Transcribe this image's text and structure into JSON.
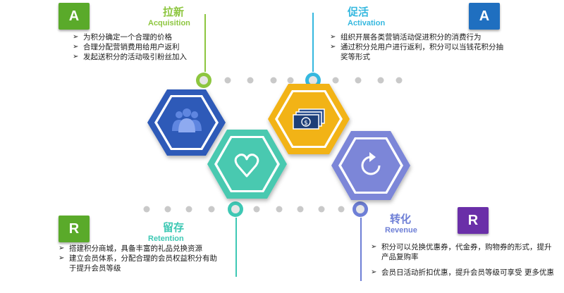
{
  "colors": {
    "acquisition": "#8dc63f",
    "activation": "#35b8df",
    "retention": "#3ec8b4",
    "revenue": "#6e7fd6",
    "badge_green": "#5aaa2a",
    "badge_blue": "#1f6fc0",
    "badge_purple": "#6a2fa8",
    "hex_blue": "#2f5ab8",
    "hex_teal": "#48c9b0",
    "hex_yellow": "#f2b316",
    "hex_periwinkle": "#7b86d8"
  },
  "icons": {
    "hex_blue": "users-icon",
    "hex_teal": "heart-icon",
    "hex_yellow": "money-icon",
    "hex_periwinkle": "refresh-icon"
  },
  "acquisition": {
    "letter": "A",
    "title_cn": "拉新",
    "title_en": "Acquisition",
    "items": [
      "为积分确定一个合理的价格",
      "合理分配营销费用给用户返利",
      "发起送积分的活动吸引粉丝加入"
    ]
  },
  "activation": {
    "letter": "A",
    "title_cn": "促活",
    "title_en": "Activation",
    "items": [
      "组织开展各类营销活动促进积分的消费行为",
      "通过积分兑用户进行返利，积分可以当钱花积分抽奖等形式"
    ]
  },
  "retention": {
    "letter": "R",
    "title_cn": "留存",
    "title_en": "Retention",
    "items": [
      "搭建积分商城，具备丰富的礼品兑换资源",
      "建立会员体系，分配合理的会员权益积分有助于提升会员等级"
    ]
  },
  "revenue": {
    "letter": "R",
    "title_cn": "转化",
    "title_en": "Revenue",
    "items": [
      "积分可以兑换优惠券，代金券，购物券的形式，提升产品复购率",
      "会员日活动折扣优惠，提升会员等级可享受 更多优惠"
    ]
  }
}
